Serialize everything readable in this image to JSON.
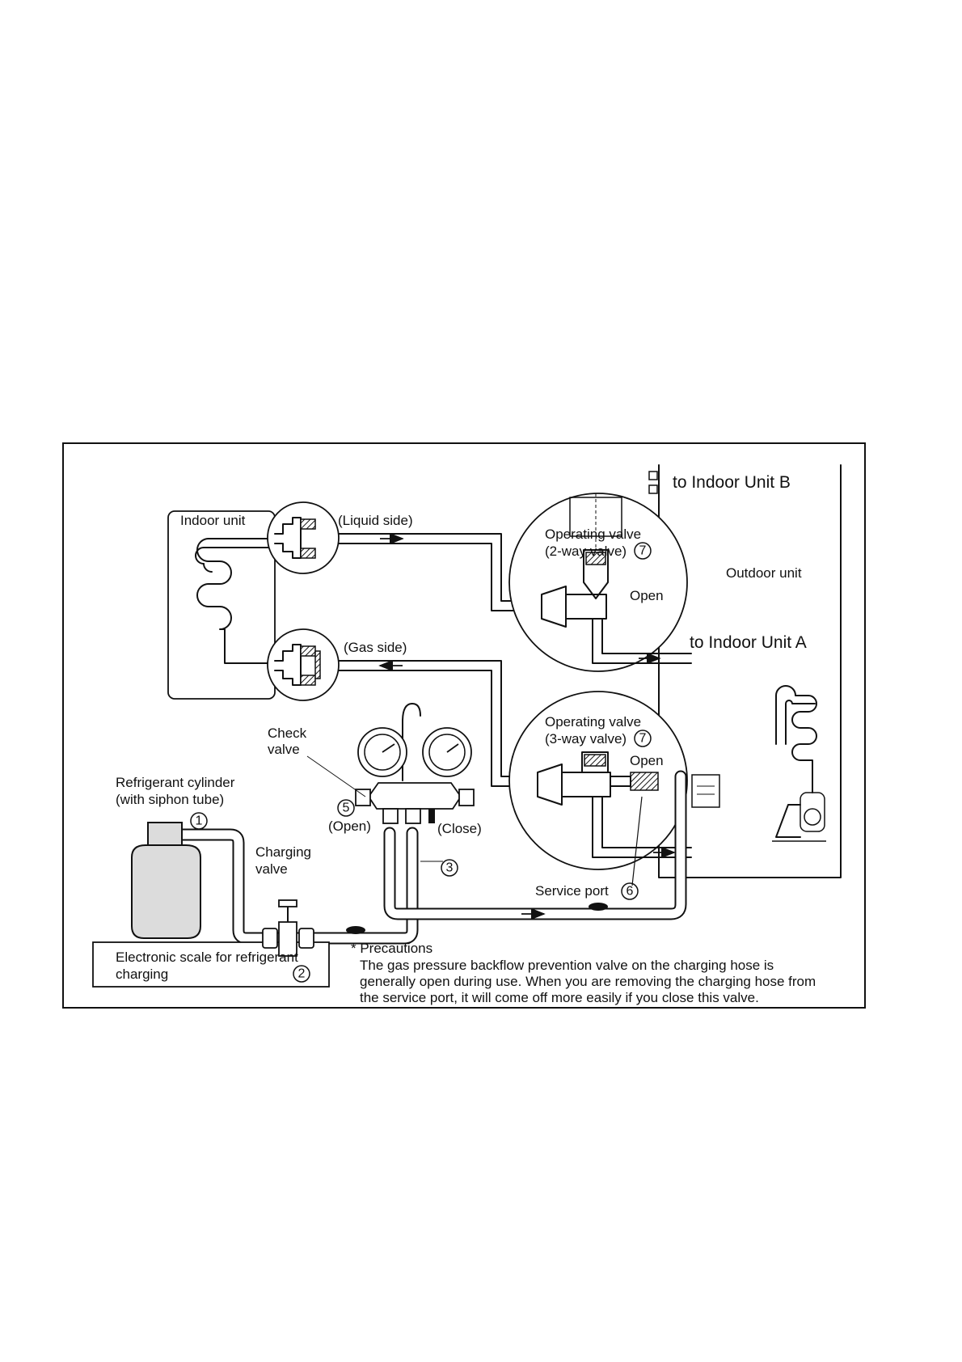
{
  "labels": {
    "indoor_unit": "Indoor unit",
    "liquid_side": "(Liquid side)",
    "gas_side": "(Gas side)",
    "to_indoor_unit_b": "to Indoor Unit  B",
    "to_indoor_unit_a": "to Indoor Unit  A",
    "outdoor_unit": "Outdoor unit",
    "operating_valve_2way_l1": "Operating valve",
    "operating_valve_2way_l2": "(2-way valve)",
    "open_top": "Open",
    "operating_valve_3way_l1": "Operating valve",
    "operating_valve_3way_l2": "(3-way valve)",
    "open_bottom": "Open",
    "check_valve_l1": "Check",
    "check_valve_l2": "valve",
    "refrigerant_cylinder_l1": "Refrigerant cylinder",
    "refrigerant_cylinder_l2": "(with siphon tube)",
    "open_manifold": "(Open)",
    "close_manifold": "(Close)",
    "charging_valve_l1": "Charging",
    "charging_valve_l2": "valve",
    "service_port": "Service port",
    "electronic_scale_l1": "Electronic scale for refrigerant",
    "electronic_scale_l2": "charging",
    "precautions_title": "* Precautions",
    "precautions_l1": "The gas pressure backflow prevention valve on the charging hose is",
    "precautions_l2": "generally open during use. When you are removing the charging hose from",
    "precautions_l3": "the service port, it will come off more easily if you close this valve."
  },
  "markers": {
    "m1": "1",
    "m2": "2",
    "m3": "3",
    "m5": "5",
    "m6": "6",
    "m7a": "7",
    "m7b": "7"
  },
  "icons": {
    "liquid_arrow": "right-arrow",
    "gas_arrow": "left-arrow",
    "gauge": "pressure-gauge"
  }
}
